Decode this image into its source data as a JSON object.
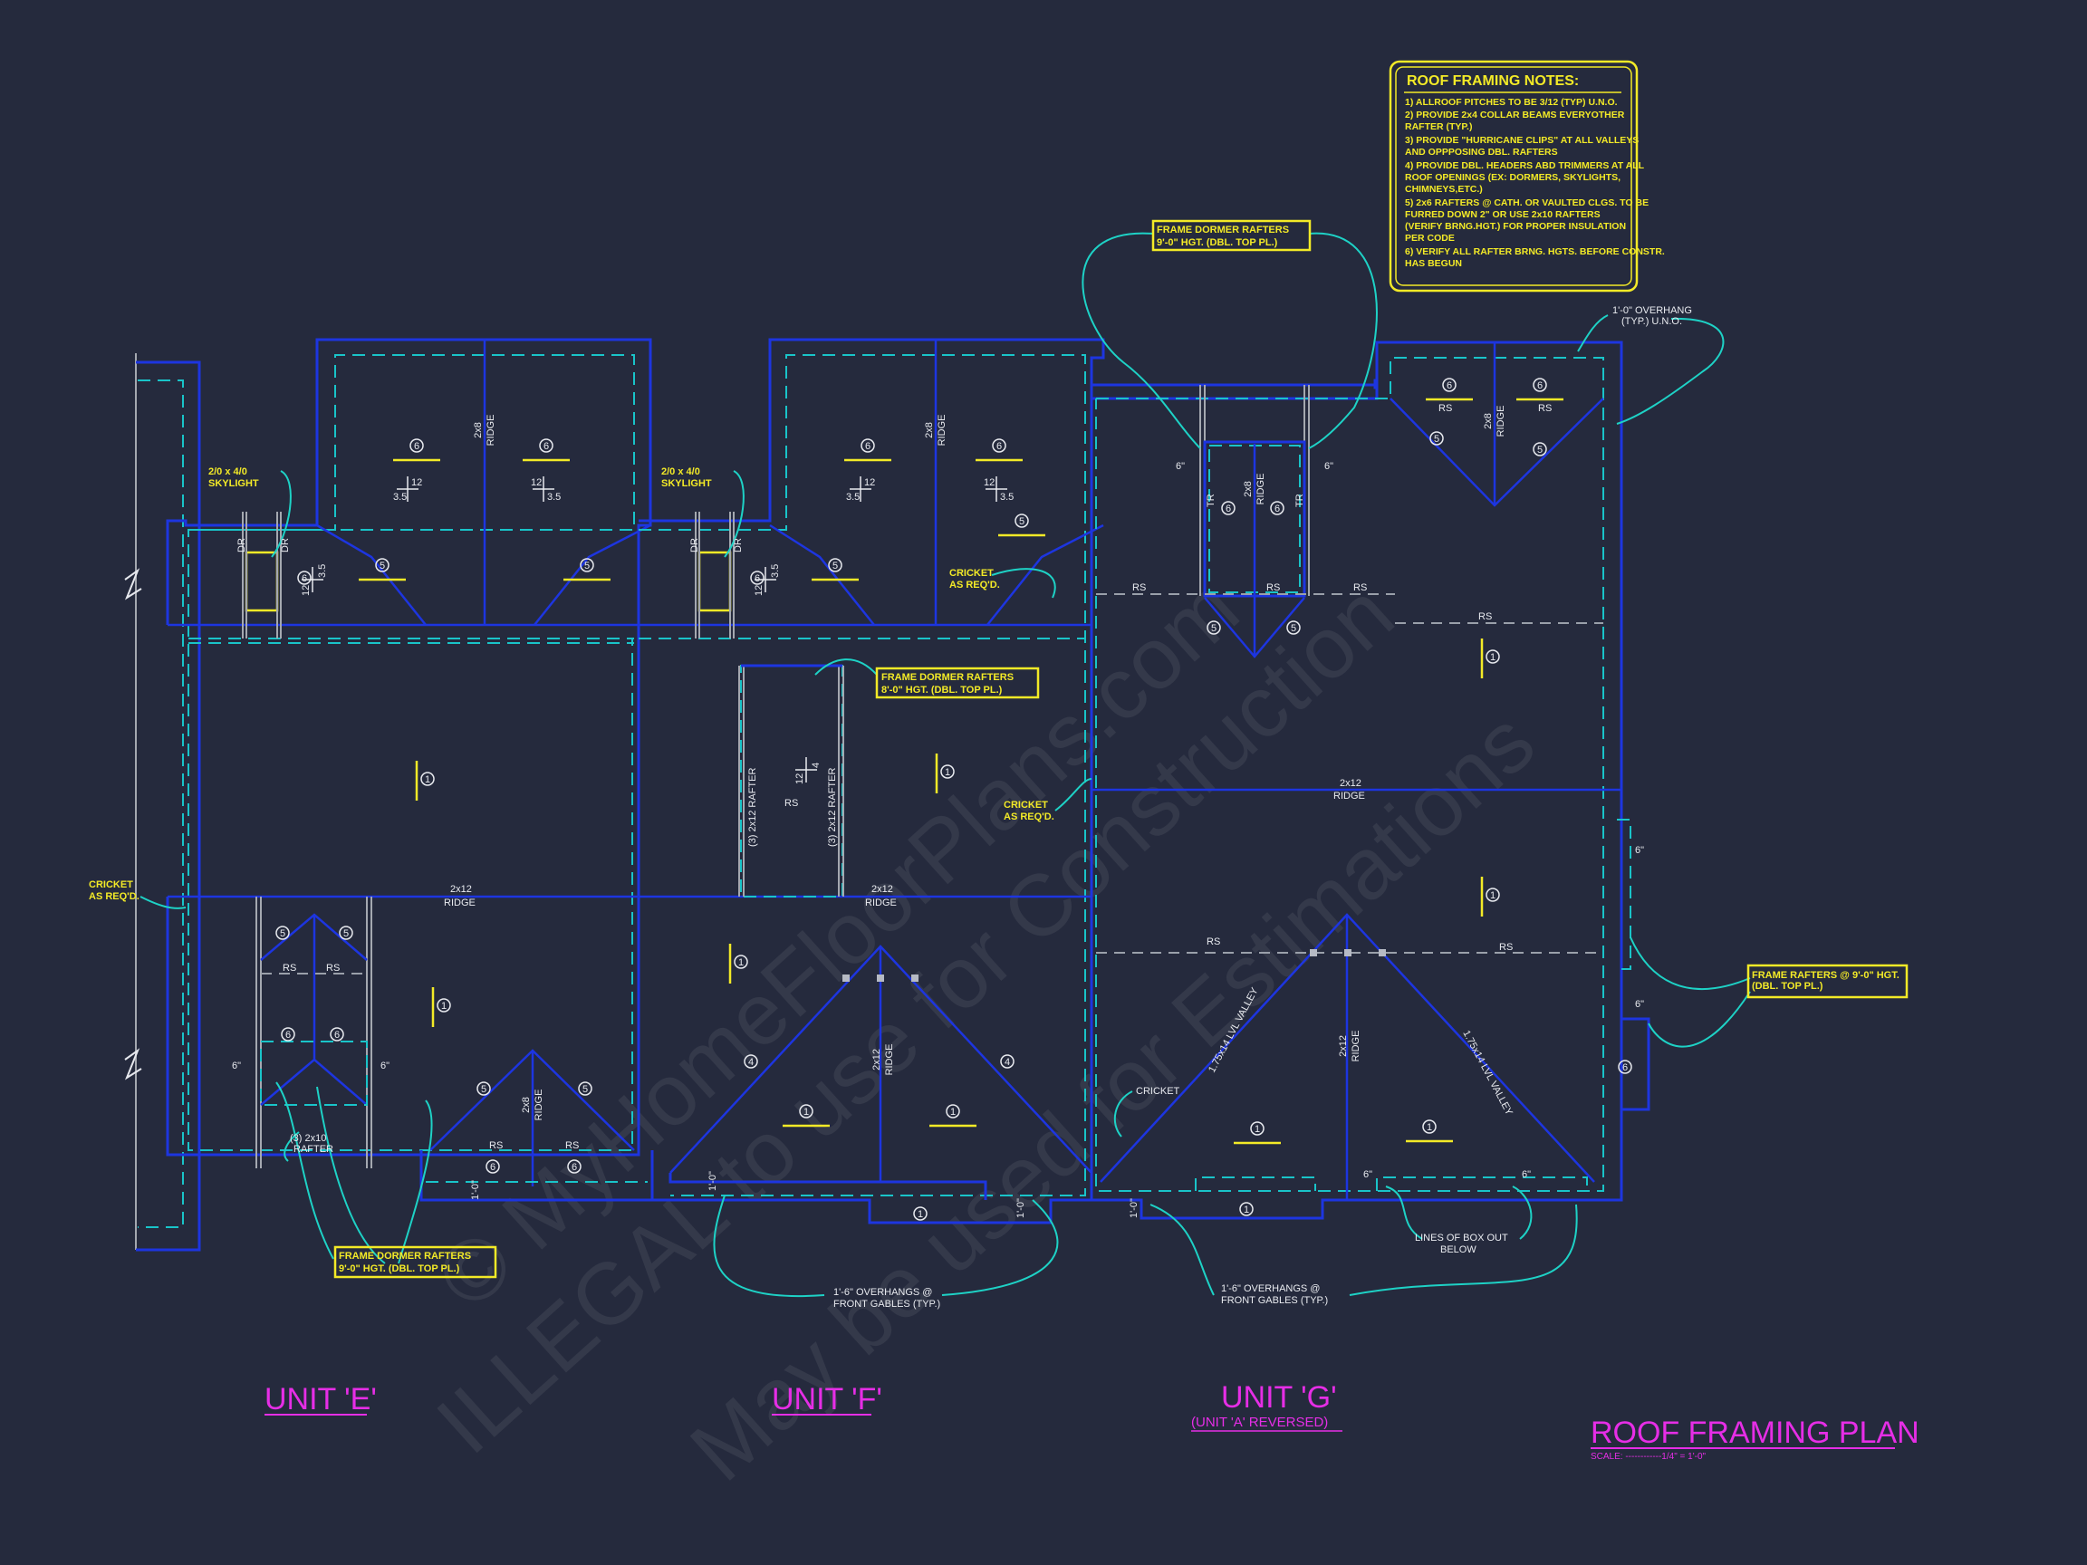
{
  "watermark": {
    "line1": "© MyHomeFloorPlans.com",
    "line2": "ILLEGAL to use for Construction",
    "line3": "May be used for Estimations"
  },
  "notes": {
    "title": "ROOF FRAMING NOTES:",
    "lines": [
      "1) ALLROOF PITCHES TO BE  3/12 (TYP) U.N.O.",
      "2) PROVIDE 2x4 COLLAR BEAMS EVERYOTHER",
      "   RAFTER (TYP.)",
      "3) PROVIDE \"HURRICANE CLIPS\" AT ALL VALLEYS",
      "   AND OPPPOSING DBL. RAFTERS",
      "4) PROVIDE DBL. HEADERS ABD TRIMMERS AT ALL",
      "   ROOF OPENINGS (EX: DORMERS, SKYLIGHTS,",
      "   CHIMNEYS,ETC.)",
      "5) 2x6 RAFTERS @ CATH. OR VAULTED CLGS. TO BE",
      "   FURRED DOWN 2\" OR USE 2x10 RAFTERS",
      "   (VERIFY BRNG.HGT.) FOR PROPER INSULATION",
      "   PER CODE",
      "6) VERIFY ALL RAFTER BRNG. HGTS. BEFORE CONSTR.",
      "   HAS BEGUN"
    ]
  },
  "callouts": {
    "dormer_top": [
      "FRAME DORMER RAFTERS",
      "9'-0\" HGT. (DBL. TOP PL.)"
    ],
    "dormer_mid": [
      "FRAME DORMER RAFTERS",
      "8'-0\" HGT. (DBL. TOP PL.)"
    ],
    "dormer_bottom": [
      "FRAME DORMER RAFTERS",
      "9'-0\" HGT. (DBL. TOP PL.)"
    ],
    "frame_rafters_right": [
      "FRAME RAFTERS @ 9'-0\" HGT.",
      "(DBL. TOP PL.)"
    ],
    "overhang_top_right": [
      "1'-0\" OVERHANG",
      "(TYP.) U.N.O."
    ],
    "skylight_e": [
      "2/0 x 4/0",
      "SKYLIGHT"
    ],
    "skylight_f": [
      "2/0 x 4/0",
      "SKYLIGHT"
    ],
    "cricket_left": [
      "CRICKET",
      "AS REQ'D."
    ],
    "cricket_f_top": [
      "CRICKET",
      "AS REQ'D."
    ],
    "cricket_f_mid": [
      "CRICKET",
      "AS REQ'D."
    ],
    "cricket_g": [
      "CRICKET"
    ],
    "overhang_front_f": [
      "1'-6\" OVERHANGS @",
      "FRONT GABLES (TYP.)"
    ],
    "overhang_front_g": [
      "1'-6\" OVERHANGS @",
      "FRONT GABLES (TYP.)"
    ],
    "box_out": [
      "LINES OF BOX OUT",
      "BELOW"
    ],
    "rafter_3x10": [
      "(3) 2x10",
      "RAFTER"
    ]
  },
  "labels": {
    "ridge": "RIDGE",
    "ridge_2x12": "2x12",
    "ridge_2x8": "2x8",
    "rs": "RS",
    "dr": "DR",
    "tr": "TR",
    "dbl_rafter": "(3) 2x12 RAFTER",
    "valley": "1.75x14 LVL VALLEY",
    "pitch_12": "12",
    "pitch_35": "3.5",
    "pitch_4": "4",
    "offset_6": "6\"",
    "overhang_1_0": "1'-0\""
  },
  "units": {
    "e": "UNIT 'E'",
    "f": "UNIT 'F'",
    "g": "UNIT 'G'",
    "g_sub": "(UNIT 'A' REVERSED)"
  },
  "plan": {
    "title": "ROOF FRAMING PLAN",
    "scale": "SCALE: ------------1/4\" = 1'-0\""
  }
}
